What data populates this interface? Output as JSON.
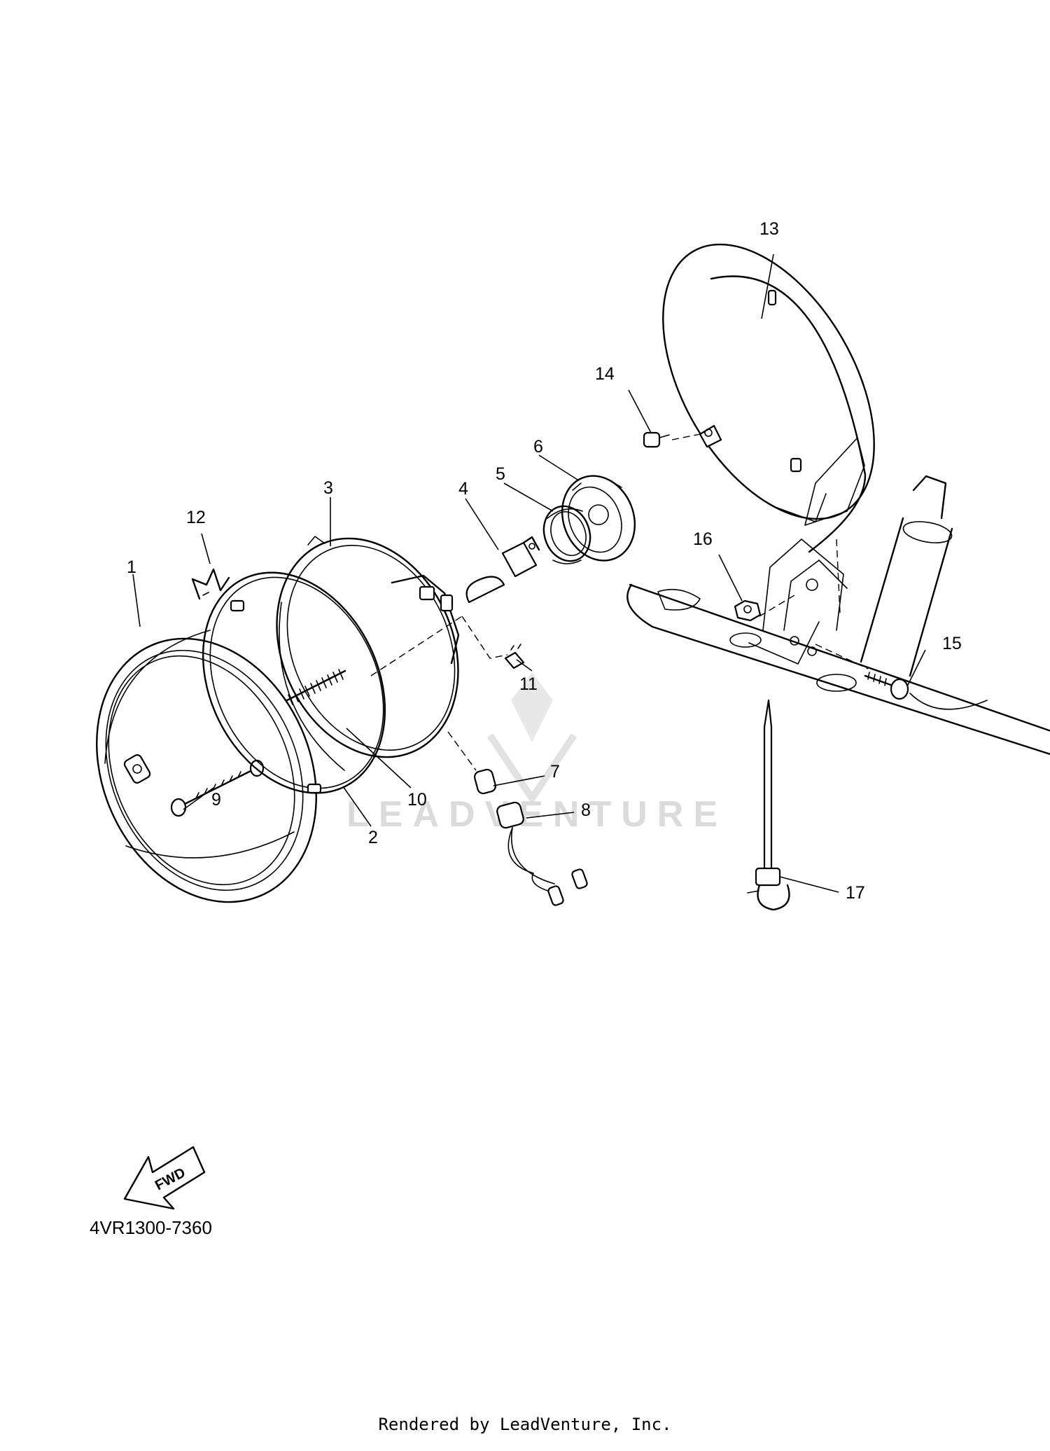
{
  "diagram": {
    "code": "4VR1300-7360",
    "credit": "Rendered by LeadVenture, Inc.",
    "watermark": "LEADVENTURE",
    "fwd_label": "FWD",
    "callouts": [
      "1",
      "2",
      "3",
      "4",
      "5",
      "6",
      "7",
      "8",
      "9",
      "10",
      "11",
      "12",
      "13",
      "14",
      "15",
      "16",
      "17"
    ]
  }
}
